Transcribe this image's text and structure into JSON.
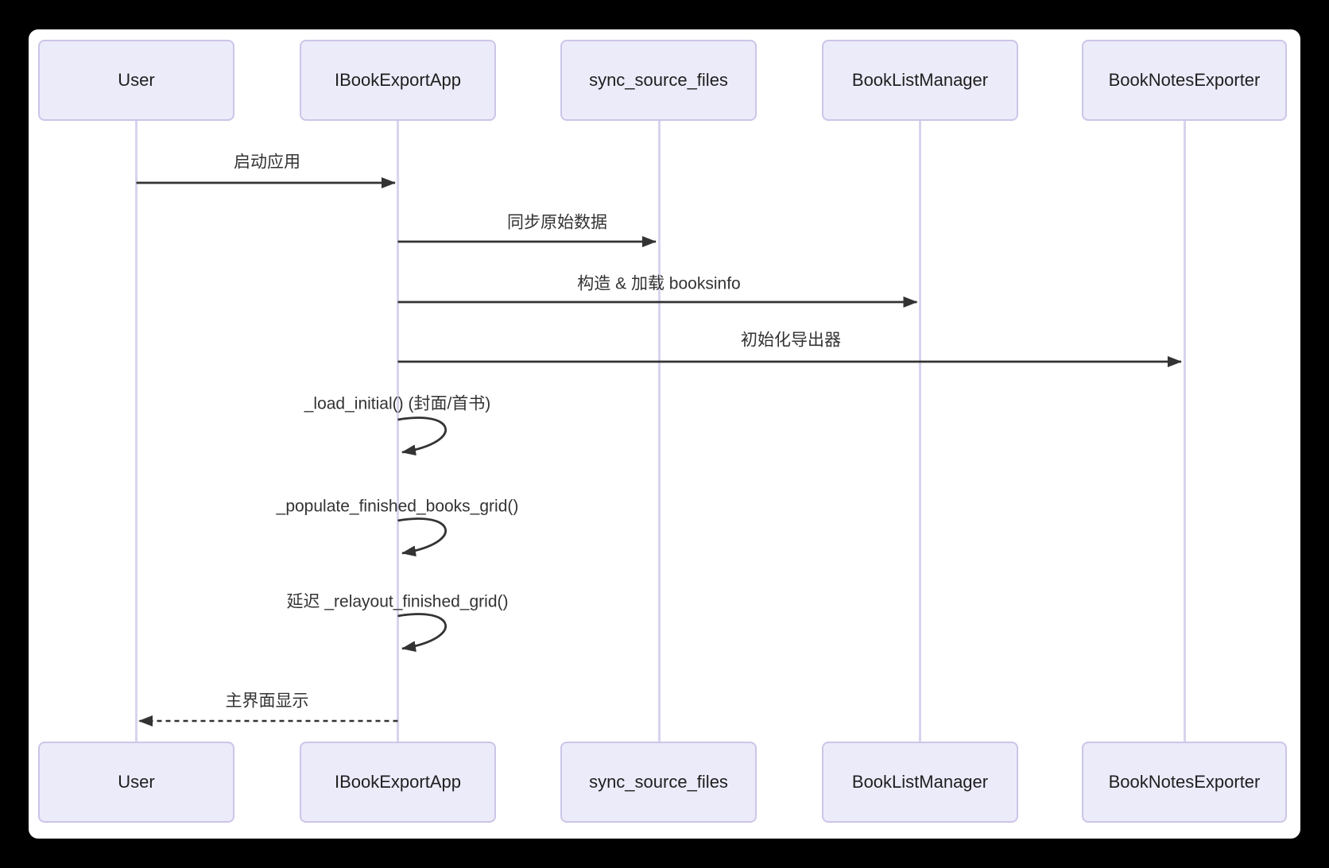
{
  "diagram": {
    "type": "sequence",
    "participants": [
      "User",
      "IBookExportApp",
      "sync_source_files",
      "BookListManager",
      "BookNotesExporter"
    ],
    "messages": [
      {
        "from": "User",
        "to": "IBookExportApp",
        "label": "启动应用",
        "style": "solid"
      },
      {
        "from": "IBookExportApp",
        "to": "sync_source_files",
        "label": "同步原始数据",
        "style": "solid"
      },
      {
        "from": "IBookExportApp",
        "to": "BookListManager",
        "label": "构造 & 加载 booksinfo",
        "style": "solid"
      },
      {
        "from": "IBookExportApp",
        "to": "BookNotesExporter",
        "label": "初始化导出器",
        "style": "solid"
      },
      {
        "from": "IBookExportApp",
        "to": "IBookExportApp",
        "label": "_load_initial() (封面/首书)",
        "style": "self"
      },
      {
        "from": "IBookExportApp",
        "to": "IBookExportApp",
        "label": "_populate_finished_books_grid()",
        "style": "self"
      },
      {
        "from": "IBookExportApp",
        "to": "IBookExportApp",
        "label": "延迟 _relayout_finished_grid()",
        "style": "self"
      },
      {
        "from": "IBookExportApp",
        "to": "User",
        "label": "主界面显示",
        "style": "dashed"
      }
    ],
    "colors": {
      "background": "#000000",
      "canvas": "#FFFFFF",
      "actor_fill": "#ECEBFA",
      "actor_border": "#CCC5E8",
      "lifeline": "#D8D4EE",
      "arrow": "#333333",
      "text": "#333333"
    }
  }
}
